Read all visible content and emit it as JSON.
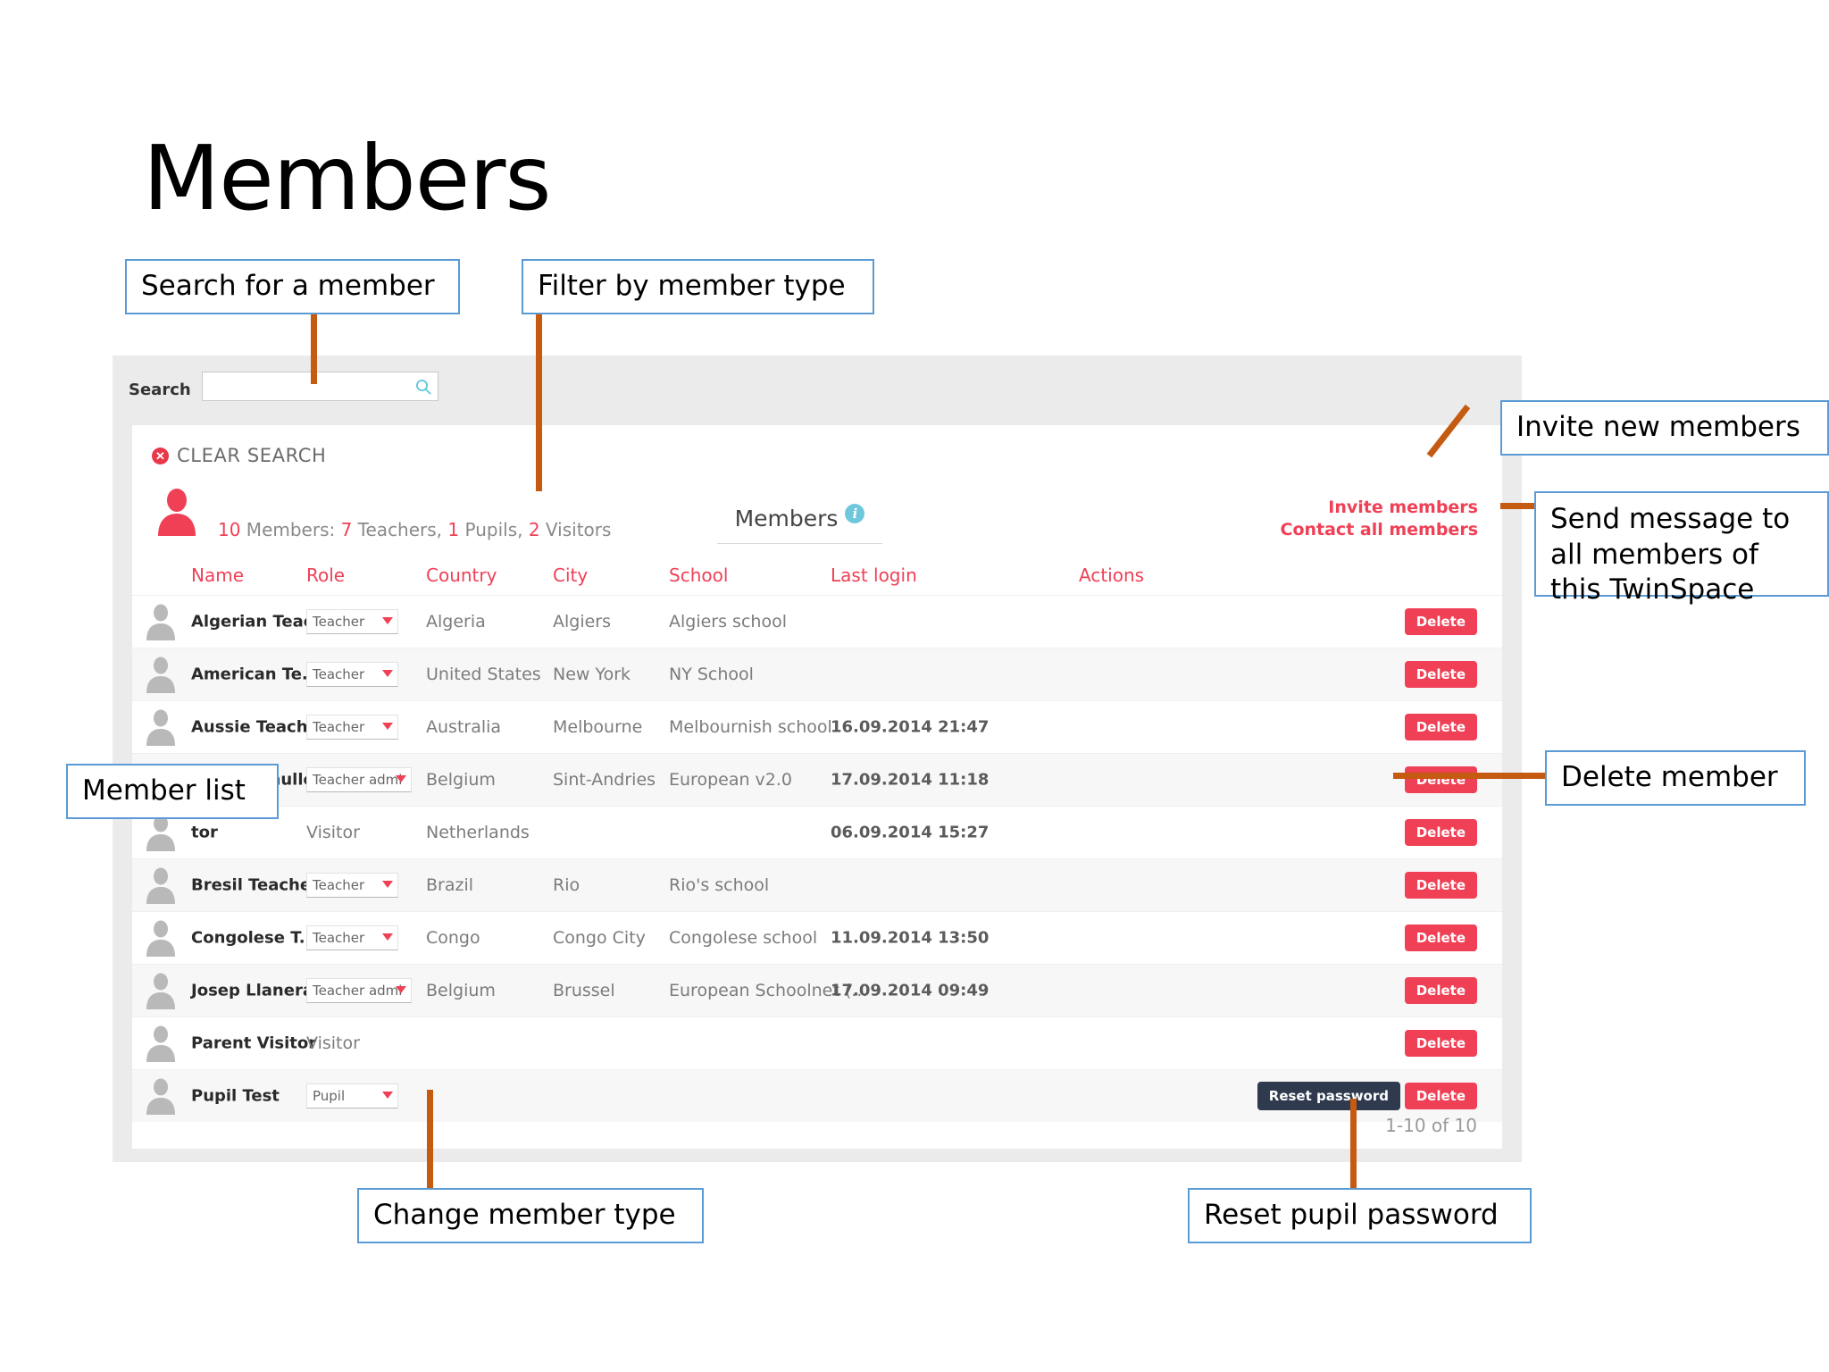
{
  "slide": {
    "title": "Members"
  },
  "callouts": [
    {
      "id": "search-for-a-member",
      "text": "Search for a member"
    },
    {
      "id": "filter-by-member-type",
      "text": "Filter by member type"
    },
    {
      "id": "invite-new-members",
      "text": "Invite new members"
    },
    {
      "id": "send-message-all-members",
      "text": "Send message to all members  of this TwinSpace"
    },
    {
      "id": "member-list",
      "text": "Member list"
    },
    {
      "id": "delete-member",
      "text": "Delete member"
    },
    {
      "id": "change-member-type",
      "text": "Change member type"
    },
    {
      "id": "reset-pupil-password",
      "text": "Reset pupil password"
    }
  ],
  "app": {
    "search": {
      "label": "Search",
      "value": "",
      "placeholder": "",
      "icon": "search-icon"
    },
    "clear_search": {
      "label": "CLEAR SEARCH",
      "icon": "close-circle-icon"
    },
    "summary": {
      "total": "10",
      "total_label": " Members: ",
      "teachers": "7",
      "teachers_label": " Teachers, ",
      "pupils": "1",
      "pupils_label": " Pupils, ",
      "visitors": "2",
      "visitors_label": " Visitors"
    },
    "tab": {
      "label": "Members",
      "info_icon": "info-icon",
      "info_glyph": "i"
    },
    "links": {
      "invite": "Invite members",
      "contact": "Contact all members"
    },
    "table": {
      "headers": [
        "Name",
        "Role",
        "Country",
        "City",
        "School",
        "Last login",
        "Actions"
      ],
      "rows": [
        {
          "name": "Algerian Teac...",
          "role": "Teacher",
          "role_editable": true,
          "country": "Algeria",
          "city": "Algiers",
          "school": "Algiers school",
          "last_login": "",
          "actions": [
            "Delete"
          ],
          "avatar": "default-avatar"
        },
        {
          "name": "American Te...",
          "role": "Teacher",
          "role_editable": true,
          "country": "United States",
          "city": "New York",
          "school": "NY School",
          "last_login": "",
          "actions": [
            "Delete"
          ],
          "avatar": "default-avatar"
        },
        {
          "name": "Aussie Teacher",
          "role": "Teacher",
          "role_editable": true,
          "country": "Australia",
          "city": "Melbourne",
          "school": "Melbournish school",
          "last_login": "16.09.2014 21:47",
          "actions": [
            "Delete"
          ],
          "avatar": "default-avatar"
        },
        {
          "name": "Bart Vanhulle",
          "role": "Teacher admi",
          "role_editable": true,
          "country": "Belgium",
          "city": "Sint-Andries",
          "school": "European v2.0",
          "last_login": "17.09.2014 11:18",
          "actions": [
            "Delete"
          ],
          "avatar": "photo-avatar"
        },
        {
          "name": "tor",
          "role": "Visitor",
          "role_editable": false,
          "country": "Netherlands",
          "city": "",
          "school": "",
          "last_login": "06.09.2014 15:27",
          "actions": [
            "Delete"
          ],
          "avatar": "default-avatar"
        },
        {
          "name": "Bresil Teacher",
          "role": "Teacher",
          "role_editable": true,
          "country": "Brazil",
          "city": "Rio",
          "school": "Rio's school",
          "last_login": "",
          "actions": [
            "Delete"
          ],
          "avatar": "default-avatar"
        },
        {
          "name": "Congolese T...",
          "role": "Teacher",
          "role_editable": true,
          "country": "Congo",
          "city": "Congo City",
          "school": "Congolese school",
          "last_login": "11.09.2014 13:50",
          "actions": [
            "Delete"
          ],
          "avatar": "default-avatar"
        },
        {
          "name": "Josep Llaneras",
          "role": "Teacher admi",
          "role_editable": true,
          "country": "Belgium",
          "city": "Brussel",
          "school": "European Schoolnet (...",
          "last_login": "17.09.2014 09:49",
          "actions": [
            "Delete"
          ],
          "avatar": "default-avatar"
        },
        {
          "name": "Parent Visitor",
          "role": "Visitor",
          "role_editable": false,
          "country": "",
          "city": "",
          "school": "",
          "last_login": "",
          "actions": [
            "Delete"
          ],
          "avatar": "default-avatar"
        },
        {
          "name": "Pupil Test",
          "role": "Pupil",
          "role_editable": true,
          "country": "",
          "city": "",
          "school": "",
          "last_login": "",
          "actions": [
            "Reset password",
            "Delete"
          ],
          "avatar": "default-avatar"
        }
      ]
    },
    "pagination": "1-10 of 10"
  },
  "colors": {
    "accent_red": "#ef4056",
    "callout_border": "#5b9bd5",
    "leader_line": "#c55a11",
    "info_blue": "#6fc7dd",
    "reset_button": "#2f3a4f"
  }
}
